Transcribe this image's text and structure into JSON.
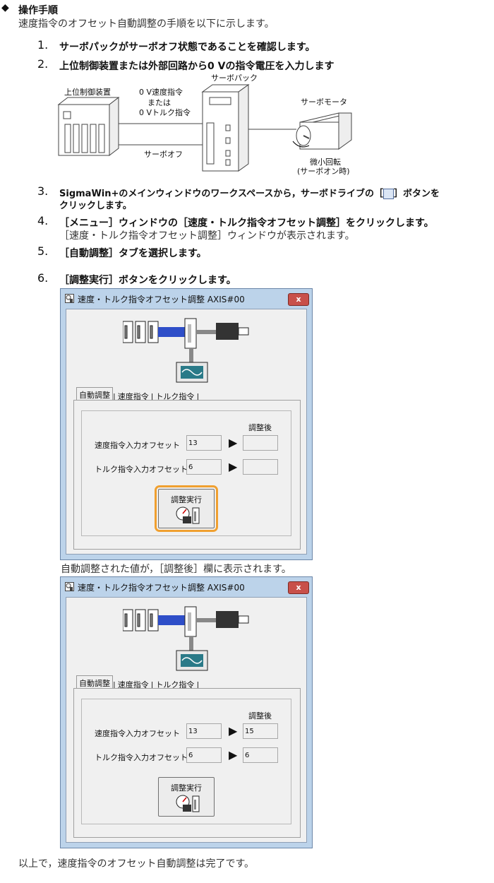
{
  "section": {
    "marker": "◆",
    "title": "操作手順",
    "intro": "速度指令のオフセット自動調整の手順を以下に示します。"
  },
  "steps": [
    {
      "num": "1.",
      "text": "サーボパックがサーボオフ状態であることを確認します。"
    },
    {
      "num": "2.",
      "text": "上位制御装置または外部回路から0 Vの指令電圧を入力します"
    },
    {
      "num": "3.",
      "text": "SigmaWin+のメインウィンドウのワークスペースから，サーボドライブの［",
      "text_end": "］ボタンを",
      "text2": "クリックします。"
    },
    {
      "num": "4.",
      "text": "［メニュー］ウィンドウの［速度・トルク指令オフセット調整］をクリックします。",
      "sub": "［速度・トルク指令オフセット調整］ウィンドウが表示されます。"
    },
    {
      "num": "5.",
      "text": "［自動調整］タブを選択します。"
    },
    {
      "num": "6.",
      "text": "［調整実行］ボタンをクリックします。"
    }
  ],
  "diagram": {
    "servopack": "サーボパック",
    "host": "上位制御装置",
    "cmd1": "0 V速度指令",
    "cmd_or": "または",
    "cmd2": "0 Vトルク指令",
    "servo_off": "サーボオフ",
    "motor": "サーボモータ",
    "rot1": "微小回転",
    "rot2": "(サーボオン時)"
  },
  "window1": {
    "title": "速度・トルク指令オフセット調整 AXIS#00",
    "close": "x",
    "tabs": [
      "自動調整",
      "速度指令",
      "トルク指令"
    ],
    "after_label": "調整後",
    "row1_label": "速度指令入力オフセット",
    "row1_value": "13",
    "row1_after": "",
    "row2_label": "トルク指令入力オフセット",
    "row2_value": "6",
    "row2_after": "",
    "run_button": "調整実行"
  },
  "caption_mid": "自動調整された値が，［調整後］欄に表示されます。",
  "window2": {
    "title": "速度・トルク指令オフセット調整 AXIS#00",
    "close": "x",
    "tabs": [
      "自動調整",
      "速度指令",
      "トルク指令"
    ],
    "after_label": "調整後",
    "row1_label": "速度指令入力オフセット",
    "row1_value": "13",
    "row1_after": "15",
    "row2_label": "トルク指令入力オフセット",
    "row2_value": "6",
    "row2_after": "6",
    "run_button": "調整実行"
  },
  "footer": "以上で，速度指令のオフセット自動調整は完了です。",
  "colors": {
    "highlight": "#f0a030",
    "close_button": "#c8504a",
    "title_bar": "#bcd3ea"
  }
}
